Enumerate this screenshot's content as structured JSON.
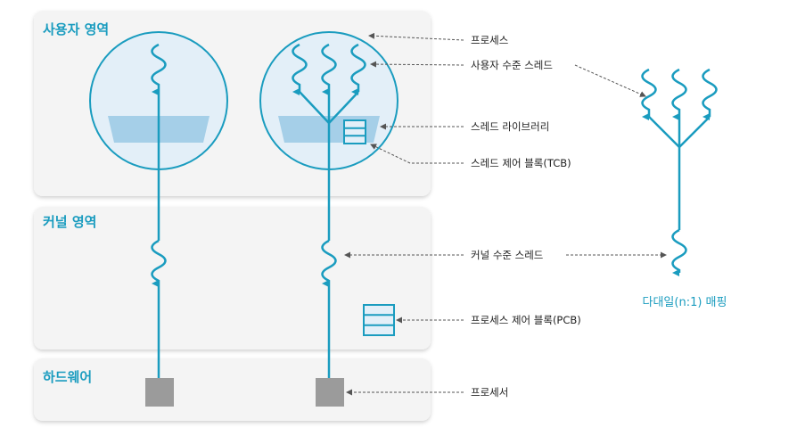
{
  "regions": {
    "user": "사용자 영역",
    "kernel": "커널 영역",
    "hardware": "하드웨어"
  },
  "callouts": {
    "process": "프로세스",
    "user_thread": "사용자 수준 스레드",
    "thread_library": "스레드 라이브러리",
    "tcb": "스레드 제어 블록(TCB)",
    "kernel_thread": "커널 수준 스레드",
    "pcb": "프로세스 제어 블록(PCB)",
    "processor": "프로세서"
  },
  "mapping_caption": "다대일(n:1) 매핑",
  "colors": {
    "accent": "#1a9cbf",
    "region_fill": "#f4f4f4",
    "circle_fill": "#e3eff8",
    "library_fill": "#a5cfe8",
    "processor_fill": "#9b9b9b",
    "callout_text": "#222222",
    "leader_line": "#555555"
  }
}
